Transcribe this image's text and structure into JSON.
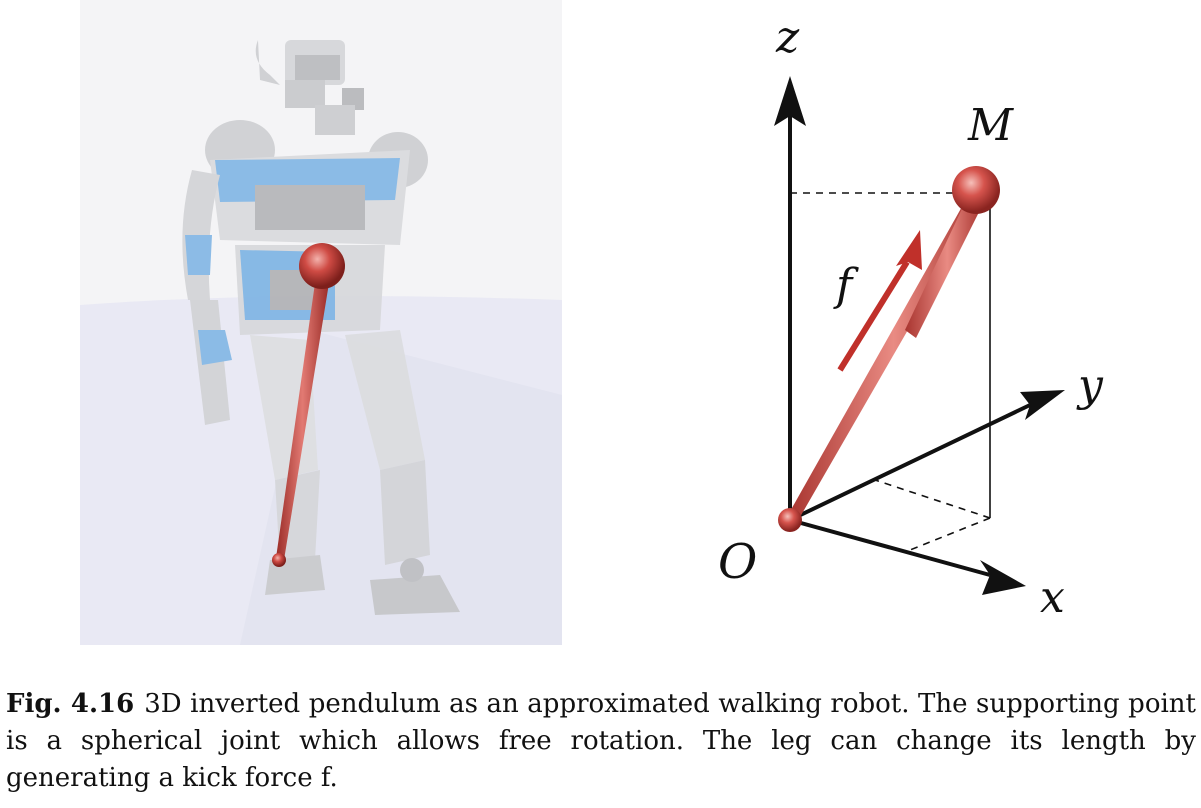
{
  "figure": {
    "axes": {
      "z": "z",
      "y": "y",
      "x": "x",
      "origin": "O",
      "mass": "M",
      "force": "f"
    },
    "colors": {
      "pendulum_red": "#c8453f",
      "robot_blue": "#7fb6e6",
      "robot_gray": "#d9dadc",
      "background_floor": "#e8e9f3"
    }
  },
  "caption": {
    "label": "Fig. 4.16",
    "text": "3D inverted pendulum as an approximated walking robot. The supporting point is a spherical joint which allows free rotation. The leg can change its length by generating a kick force f."
  }
}
